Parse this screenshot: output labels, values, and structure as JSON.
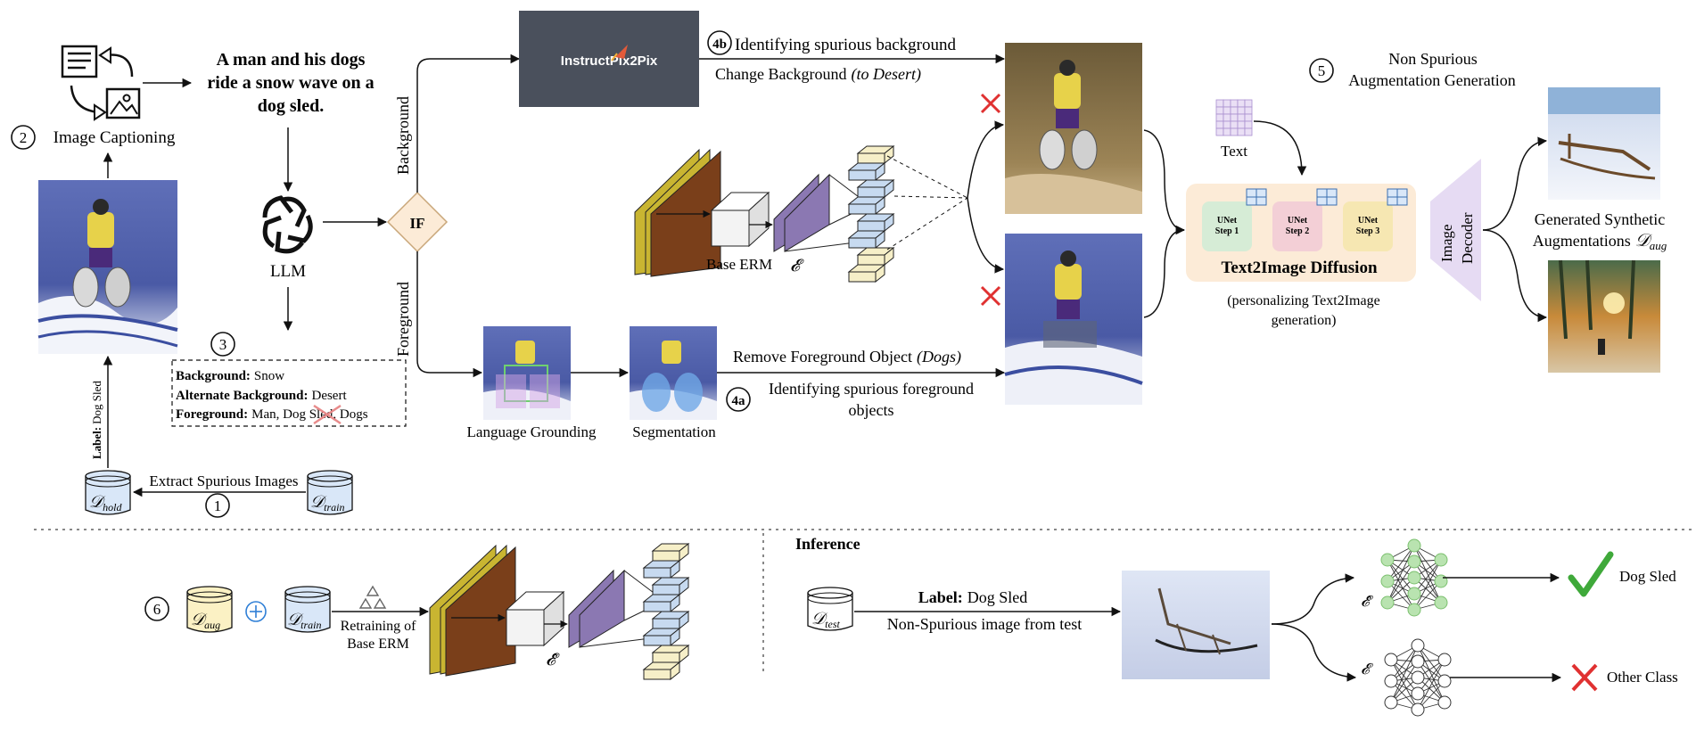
{
  "colors": {
    "ink": "#111111",
    "instruct_bg": "#4a505c",
    "yellow": "#c9b531",
    "brown": "#7a3f1a",
    "purple": "#8b78b2",
    "lavender": "#eadff5",
    "lightblue": "#c7daf0",
    "cream": "#f6efc8",
    "diffusion_bg": "#fcebd7",
    "unet1": "#d6ecd6",
    "unet2": "#f3cfd6",
    "unet3": "#f6e7b2",
    "decoder": "#e6dbf3",
    "red": "#e03131",
    "green": "#3fa93a",
    "db_blue": "#d9e7f8",
    "db_yellow": "#fbf1c4",
    "plus_blue": "#2f7fd6",
    "node_green": "#b9e3b0"
  },
  "step_numbers": {
    "s1": "1",
    "s2": "2",
    "s3": "3",
    "s4a": "4a",
    "s4b": "4b",
    "s5": "5",
    "s6": "6"
  },
  "captioning": {
    "label": "Image Captioning",
    "caption_lines": [
      "A man and his dogs",
      "ride a snow wave on a",
      "dog sled."
    ]
  },
  "llm": {
    "label": "LLM"
  },
  "if_node": {
    "label": "IF"
  },
  "branches": {
    "background": "Background",
    "foreground": "Foreground"
  },
  "attributes": {
    "background_key": "Background:",
    "background_val": "Snow",
    "alt_key": "Alternate Background:",
    "alt_val": "Desert",
    "fg_key": "Foreground:",
    "fg_val": "Man, Dog Sled, Dogs"
  },
  "datasets": {
    "hold": "𝒟hold",
    "hold_main": "𝒟",
    "hold_sub": "hold",
    "train_main": "𝒟",
    "train_sub": "train",
    "aug_main": "𝒟",
    "aug_sub": "aug",
    "test_main": "𝒟",
    "test_sub": "test"
  },
  "extract": {
    "label": "Extract Spurious Images"
  },
  "label_vertical": {
    "key": "Label:",
    "val": "Dog Sled"
  },
  "instructpix2pix": {
    "label": "InstructPix2Pix"
  },
  "step4b": {
    "title": "Identifying spurious background",
    "action": "Change Background",
    "action_italic": "(to Desert)"
  },
  "step4a": {
    "action": "Remove Foreground Object",
    "action_italic": "(Dogs)",
    "title_line1": "Identifying spurious foreground",
    "title_line2": "objects"
  },
  "base_erm": {
    "label": "Base ERM",
    "symbol": "𝓔"
  },
  "grounding": {
    "label": "Language Grounding"
  },
  "segmentation": {
    "label": "Segmentation"
  },
  "step5": {
    "line1": "Non Spurious",
    "line2": "Augmentation Generation"
  },
  "text_grid": {
    "label": "Text"
  },
  "diffusion": {
    "title": "Text2Image Diffusion",
    "sub_line1": "(personalizing Text2Image",
    "sub_line2": "generation)",
    "unets": [
      {
        "line1": "UNet",
        "line2": "Step 1"
      },
      {
        "line1": "UNet",
        "line2": "Step 2"
      },
      {
        "line1": "UNet",
        "line2": "Step 3"
      }
    ]
  },
  "decoder": {
    "line1": "Image",
    "line2": "Decoder"
  },
  "generated": {
    "line1": "Generated Synthetic",
    "line2": "Augmentations",
    "symbol_main": "𝒟",
    "symbol_sub": "aug"
  },
  "retraining": {
    "line1": "Retraining of",
    "line2": "Base ERM",
    "symbol": "𝓔̂"
  },
  "inference": {
    "title": "Inference",
    "label_key": "Label:",
    "label_val": "Dog Sled",
    "caption": "Non-Spurious image from test",
    "model_hat": "𝓔̂",
    "model_plain": "𝓔",
    "result_correct": "Dog Sled",
    "result_wrong": "Other Class"
  }
}
